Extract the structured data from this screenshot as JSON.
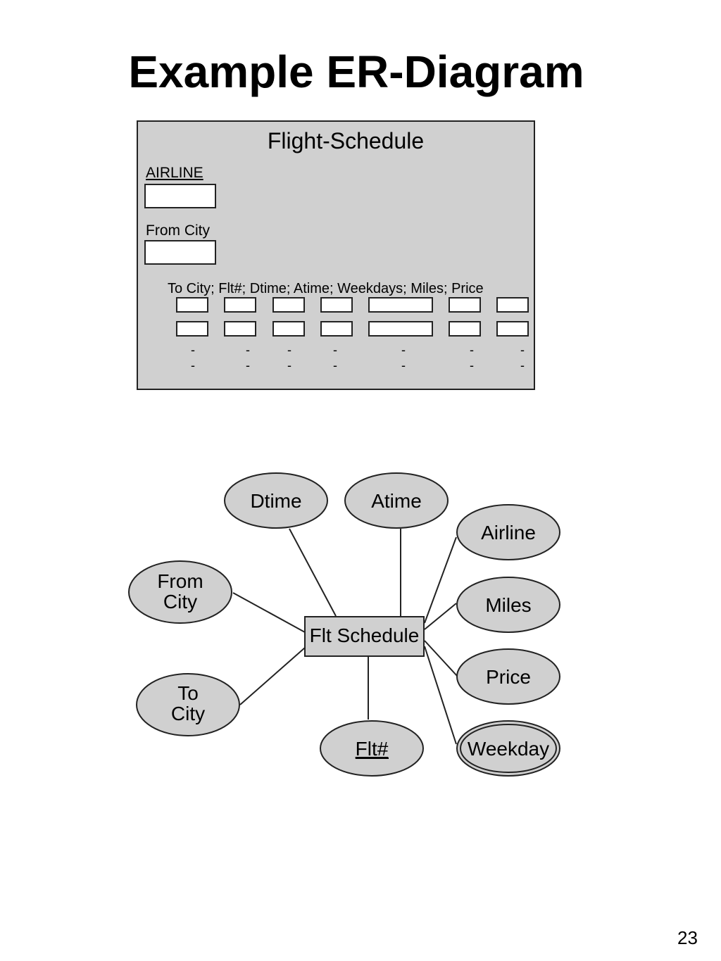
{
  "slide": {
    "title": "Example ER-Diagram",
    "page_number": "23"
  },
  "form": {
    "title": "Flight-Schedule",
    "airline_label": "AIRLINE",
    "from_city_label": "From City",
    "columns_label": "To City; Flt#; Dtime; Atime; Weekdays; Miles; Price",
    "continuation_mark": "-"
  },
  "er": {
    "entity": "Flt Schedule",
    "attributes": {
      "dtime": "Dtime",
      "atime": "Atime",
      "airline": "Airline",
      "from_city_line1": "From",
      "from_city_line2": "City",
      "miles": "Miles",
      "price": "Price",
      "to_city_line1": "To",
      "to_city_line2": "City",
      "flt_num": "Flt#",
      "weekday": "Weekday"
    }
  },
  "colors": {
    "fill": "#d0d0d0",
    "stroke": "#222222",
    "background": "#ffffff"
  }
}
